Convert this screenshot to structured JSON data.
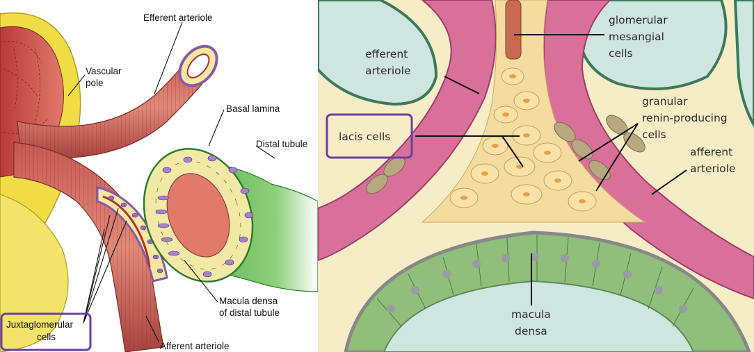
{
  "left_diagram": {
    "labels": {
      "efferent_arteriole": "Efferent arteriole",
      "vascular_pole_1": "Vascular",
      "vascular_pole_2": "pole",
      "basal_lamina": "Basal lamina",
      "distal_tubule": "Distal tubule",
      "macula_densa_1": "Macula densa",
      "macula_densa_2": "of distal tubule",
      "juxtaglomerular_1": "Juxtaglomerular",
      "juxtaglomerular_2": "cells",
      "afferent_arteriole": "Afferent arteriole"
    },
    "highlight_color": "#6b3fa0"
  },
  "right_diagram": {
    "labels": {
      "glomerular_1": "glomerular",
      "glomerular_2": "mesangial",
      "glomerular_3": "cells",
      "efferent_1": "efferent",
      "efferent_2": "arteriole",
      "lacis": "lacis cells",
      "granular_1": "granular",
      "granular_2": "renin-producing",
      "granular_3": "cells",
      "afferent_1": "afferent",
      "afferent_2": "arteriole",
      "macula_1": "macula",
      "macula_2": "densa"
    },
    "colors": {
      "background": "#f6ecc6",
      "vessel": "#d9709a",
      "capillary": "#cfe6e0",
      "macula_densa": "#8fbf7a"
    }
  }
}
